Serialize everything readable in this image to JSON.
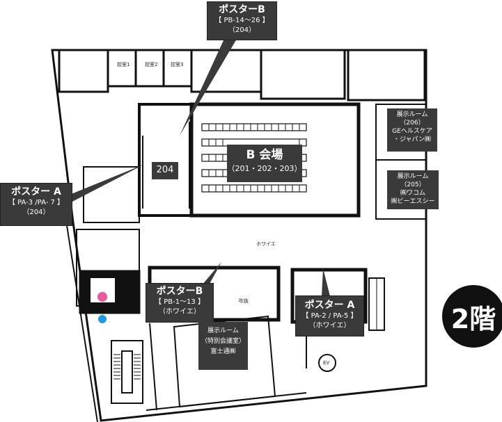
{
  "floor_badge": "2階",
  "callouts": {
    "poster_b_top": {
      "title": "ポスターB",
      "range": "【 PB-14～26 】",
      "place": "（204）"
    },
    "poster_a_left": {
      "title": "ポスター A",
      "range": "【 PA-3 /PA- 7 】",
      "place": "（204）"
    },
    "poster_b_foyer": {
      "title": "ポスターB",
      "range": "【 PB-1～13 】",
      "place": "（ホワイエ）"
    },
    "poster_a_foyer": {
      "title": "ポスター A",
      "range": "【 PA-2 / PA-5 】",
      "place": "（ホワイエ）"
    }
  },
  "rooms": {
    "room_204": "204",
    "hall_b": {
      "title": "B 会場",
      "sub": "（201・202・203）"
    },
    "exhibit_206": {
      "l1": "展示ルーム",
      "l2": "（206）",
      "l3": "GEヘルスケア",
      "l4": "・ジャパン㈱"
    },
    "exhibit_205": {
      "l1": "展示ルーム",
      "l2": "（205）",
      "l3": "㈱ワコム",
      "l4": "㈱ビーエスシー"
    },
    "exhibit_special": {
      "l1": "展示ルーム",
      "l2": "（特別会議室）",
      "l3": "富士通㈱"
    }
  },
  "labels": {
    "waiting1": "控室1",
    "waiting2": "控室2",
    "waiting3": "控室3",
    "foyer": "ホワイエ",
    "atrium": "吹抜",
    "ev": "EV"
  },
  "colors": {
    "callout": "#3a3a3a",
    "wall": "#111111",
    "restroom_female": "#e85aa0",
    "restroom_male": "#1e9be0"
  }
}
